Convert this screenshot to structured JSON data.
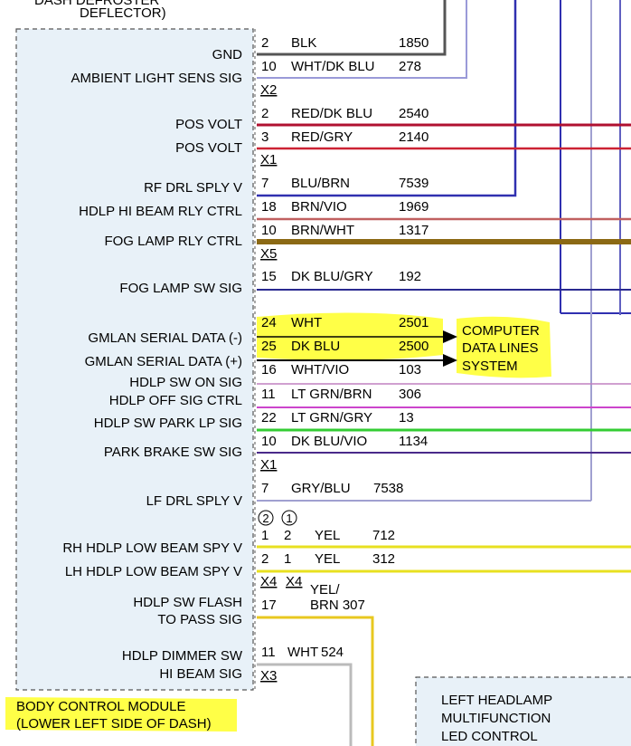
{
  "top_fragment": [
    "DASH DEFROSTER",
    "DEFLECTOR)"
  ],
  "module": {
    "name": "BODY CONTROL MODULE",
    "location": "(LOWER LEFT SIDE OF DASH)"
  },
  "connectors": [
    "X2",
    "X1",
    "X5",
    "X1",
    "X4",
    "X4",
    "X3"
  ],
  "circled_variants": [
    "2",
    "1"
  ],
  "destination": [
    "COMPUTER",
    "DATA LINES",
    "SYSTEM"
  ],
  "left_headlamp": [
    "LEFT HEADLAMP",
    "MULTIFUNCTION",
    "LED CONTROL"
  ],
  "circuits": [
    {
      "signal": "GND",
      "pin": "2",
      "wire": "BLK",
      "circuit": "1850",
      "color": "#555555"
    },
    {
      "signal": "AMBIENT LIGHT SENS SIG",
      "pin": "10",
      "wire": "WHT/DK BLU",
      "circuit": "278",
      "color": "#9a9ad8"
    },
    {
      "signal": "POS VOLT",
      "pin": "2",
      "wire": "RED/DK BLU",
      "circuit": "2540",
      "color": "#b01030"
    },
    {
      "signal": "POS VOLT",
      "pin": "3",
      "wire": "RED/GRY",
      "circuit": "2140",
      "color": "#cc2233"
    },
    {
      "signal": "RF DRL SPLY V",
      "pin": "7",
      "wire": "BLU/BRN",
      "circuit": "7539",
      "color": "#3030b0"
    },
    {
      "signal": "HDLP HI BEAM RLY CTRL",
      "pin": "18",
      "wire": "BRN/VIO",
      "circuit": "1969",
      "color": "#c06060"
    },
    {
      "signal": "FOG LAMP RLY CTRL",
      "pin": "10",
      "wire": "BRN/WHT",
      "circuit": "1317",
      "color": "#8b6914"
    },
    {
      "signal": "FOG LAMP SW SIG",
      "pin": "15",
      "wire": "DK BLU/GRY",
      "circuit": "192",
      "color": "#2a2a90"
    },
    {
      "signal": "GMLAN SERIAL DATA (-)",
      "pin": "24",
      "wire": "WHT",
      "circuit": "2501",
      "color": "#cccccc"
    },
    {
      "signal": "GMLAN SERIAL DATA (+)",
      "pin": "25",
      "wire": "DK BLU",
      "circuit": "2500",
      "color": "#1a1a80"
    },
    {
      "signal": "HDLP SW ON SIG",
      "pin": "16",
      "wire": "WHT/VIO",
      "circuit": "103",
      "color": "#c080c0"
    },
    {
      "signal": "HDLP OFF SIG CTRL",
      "pin": "11",
      "wire": "LT GRN/BRN",
      "circuit": "306",
      "color": "#cc44cc"
    },
    {
      "signal": "HDLP SW PARK LP SIG",
      "pin": "22",
      "wire": "LT GRN/GRY",
      "circuit": "13",
      "color": "#33cc33"
    },
    {
      "signal": "PARK BRAKE SW SIG",
      "pin": "10",
      "wire": "DK BLU/VIO",
      "circuit": "1134",
      "color": "#4a2a8a"
    },
    {
      "signal": "LF DRL SPLY V",
      "pin": "7",
      "wire": "GRY/BLU",
      "circuit": "7538",
      "color": "#a0a0d0"
    },
    {
      "signal": "RH HDLP LOW BEAM SPY V",
      "pin": "1",
      "pin2": "2",
      "wire": "YEL",
      "circuit": "712",
      "color": "#e8e020"
    },
    {
      "signal": "LH HDLP LOW BEAM SPY V",
      "pin": "2",
      "pin2": "1",
      "wire": "YEL",
      "circuit": "312",
      "color": "#e8e020"
    },
    {
      "signal_lines": [
        "HDLP SW FLASH",
        "TO PASS SIG"
      ],
      "pin": "17",
      "wire_lines": [
        "YEL/",
        "BRN 307"
      ],
      "color": "#e8c820"
    },
    {
      "signal_lines": [
        "HDLP DIMMER SW",
        "HI BEAM SIG"
      ],
      "pin": "11",
      "wire": "WHT",
      "circuit": "524",
      "color": "#bbbbbb"
    }
  ]
}
